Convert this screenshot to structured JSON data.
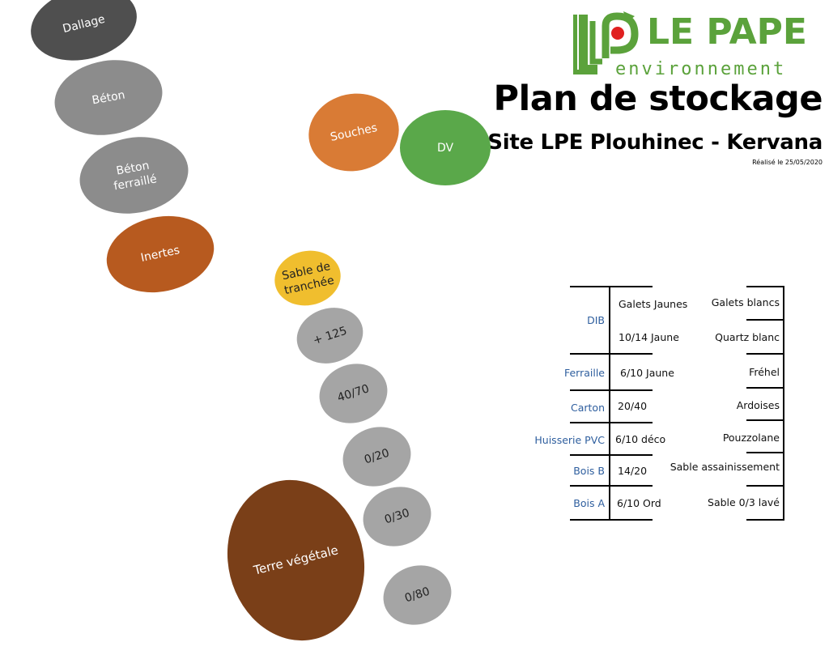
{
  "header": {
    "logo_word": "LE PAPE",
    "logo_sub": "environnement",
    "title": "Plan de stockage",
    "subtitle": "Site LPE Plouhinec - Kervana",
    "date": "Réalisé le 25/05/2020"
  },
  "colors": {
    "gray": "#8c8c8c",
    "dark_gray": "#4f4f4f",
    "light_gray": "#a5a5a5",
    "orange": "#d97b35",
    "brown_orange": "#b75a1f",
    "green": "#5aa84a",
    "yellow": "#f0be2e",
    "brown": "#7a3f18",
    "logo_green": "#5ba23b",
    "logo_red": "#e02020",
    "legend_blue": "#2e5e9e"
  },
  "piles": [
    {
      "label": "Dallage",
      "color": "dark_gray"
    },
    {
      "label": "Béton",
      "color": "gray"
    },
    {
      "label": "Béton\nferraillé",
      "color": "gray"
    },
    {
      "label": "Inertes",
      "color": "brown_orange"
    },
    {
      "label": "Souches",
      "color": "orange"
    },
    {
      "label": "DV",
      "color": "green"
    },
    {
      "label": "Sable de\ntranchée",
      "color": "yellow"
    },
    {
      "label": "+ 125",
      "color": "light_gray"
    },
    {
      "label": "40/70",
      "color": "light_gray"
    },
    {
      "label": "0/20",
      "color": "light_gray"
    },
    {
      "label": "0/30",
      "color": "light_gray"
    },
    {
      "label": "Terre végétale",
      "color": "brown"
    },
    {
      "label": "0/80",
      "color": "light_gray"
    }
  ],
  "legend": {
    "left_labels": [
      "DIB",
      "Ferraille",
      "Carton",
      "Huisserie PVC",
      "Bois B",
      "Bois A"
    ],
    "middle_labels": [
      "Galets Jaunes",
      "10/14 Jaune",
      "6/10 Jaune",
      "20/40",
      "6/10 déco",
      "14/20",
      "6/10 Ord"
    ],
    "right_labels": [
      "Galets blancs",
      "Quartz blanc",
      "Fréhel",
      "Ardoises",
      "Pouzzolane",
      "Sable assainissement",
      "Sable 0/3 lavé"
    ]
  }
}
